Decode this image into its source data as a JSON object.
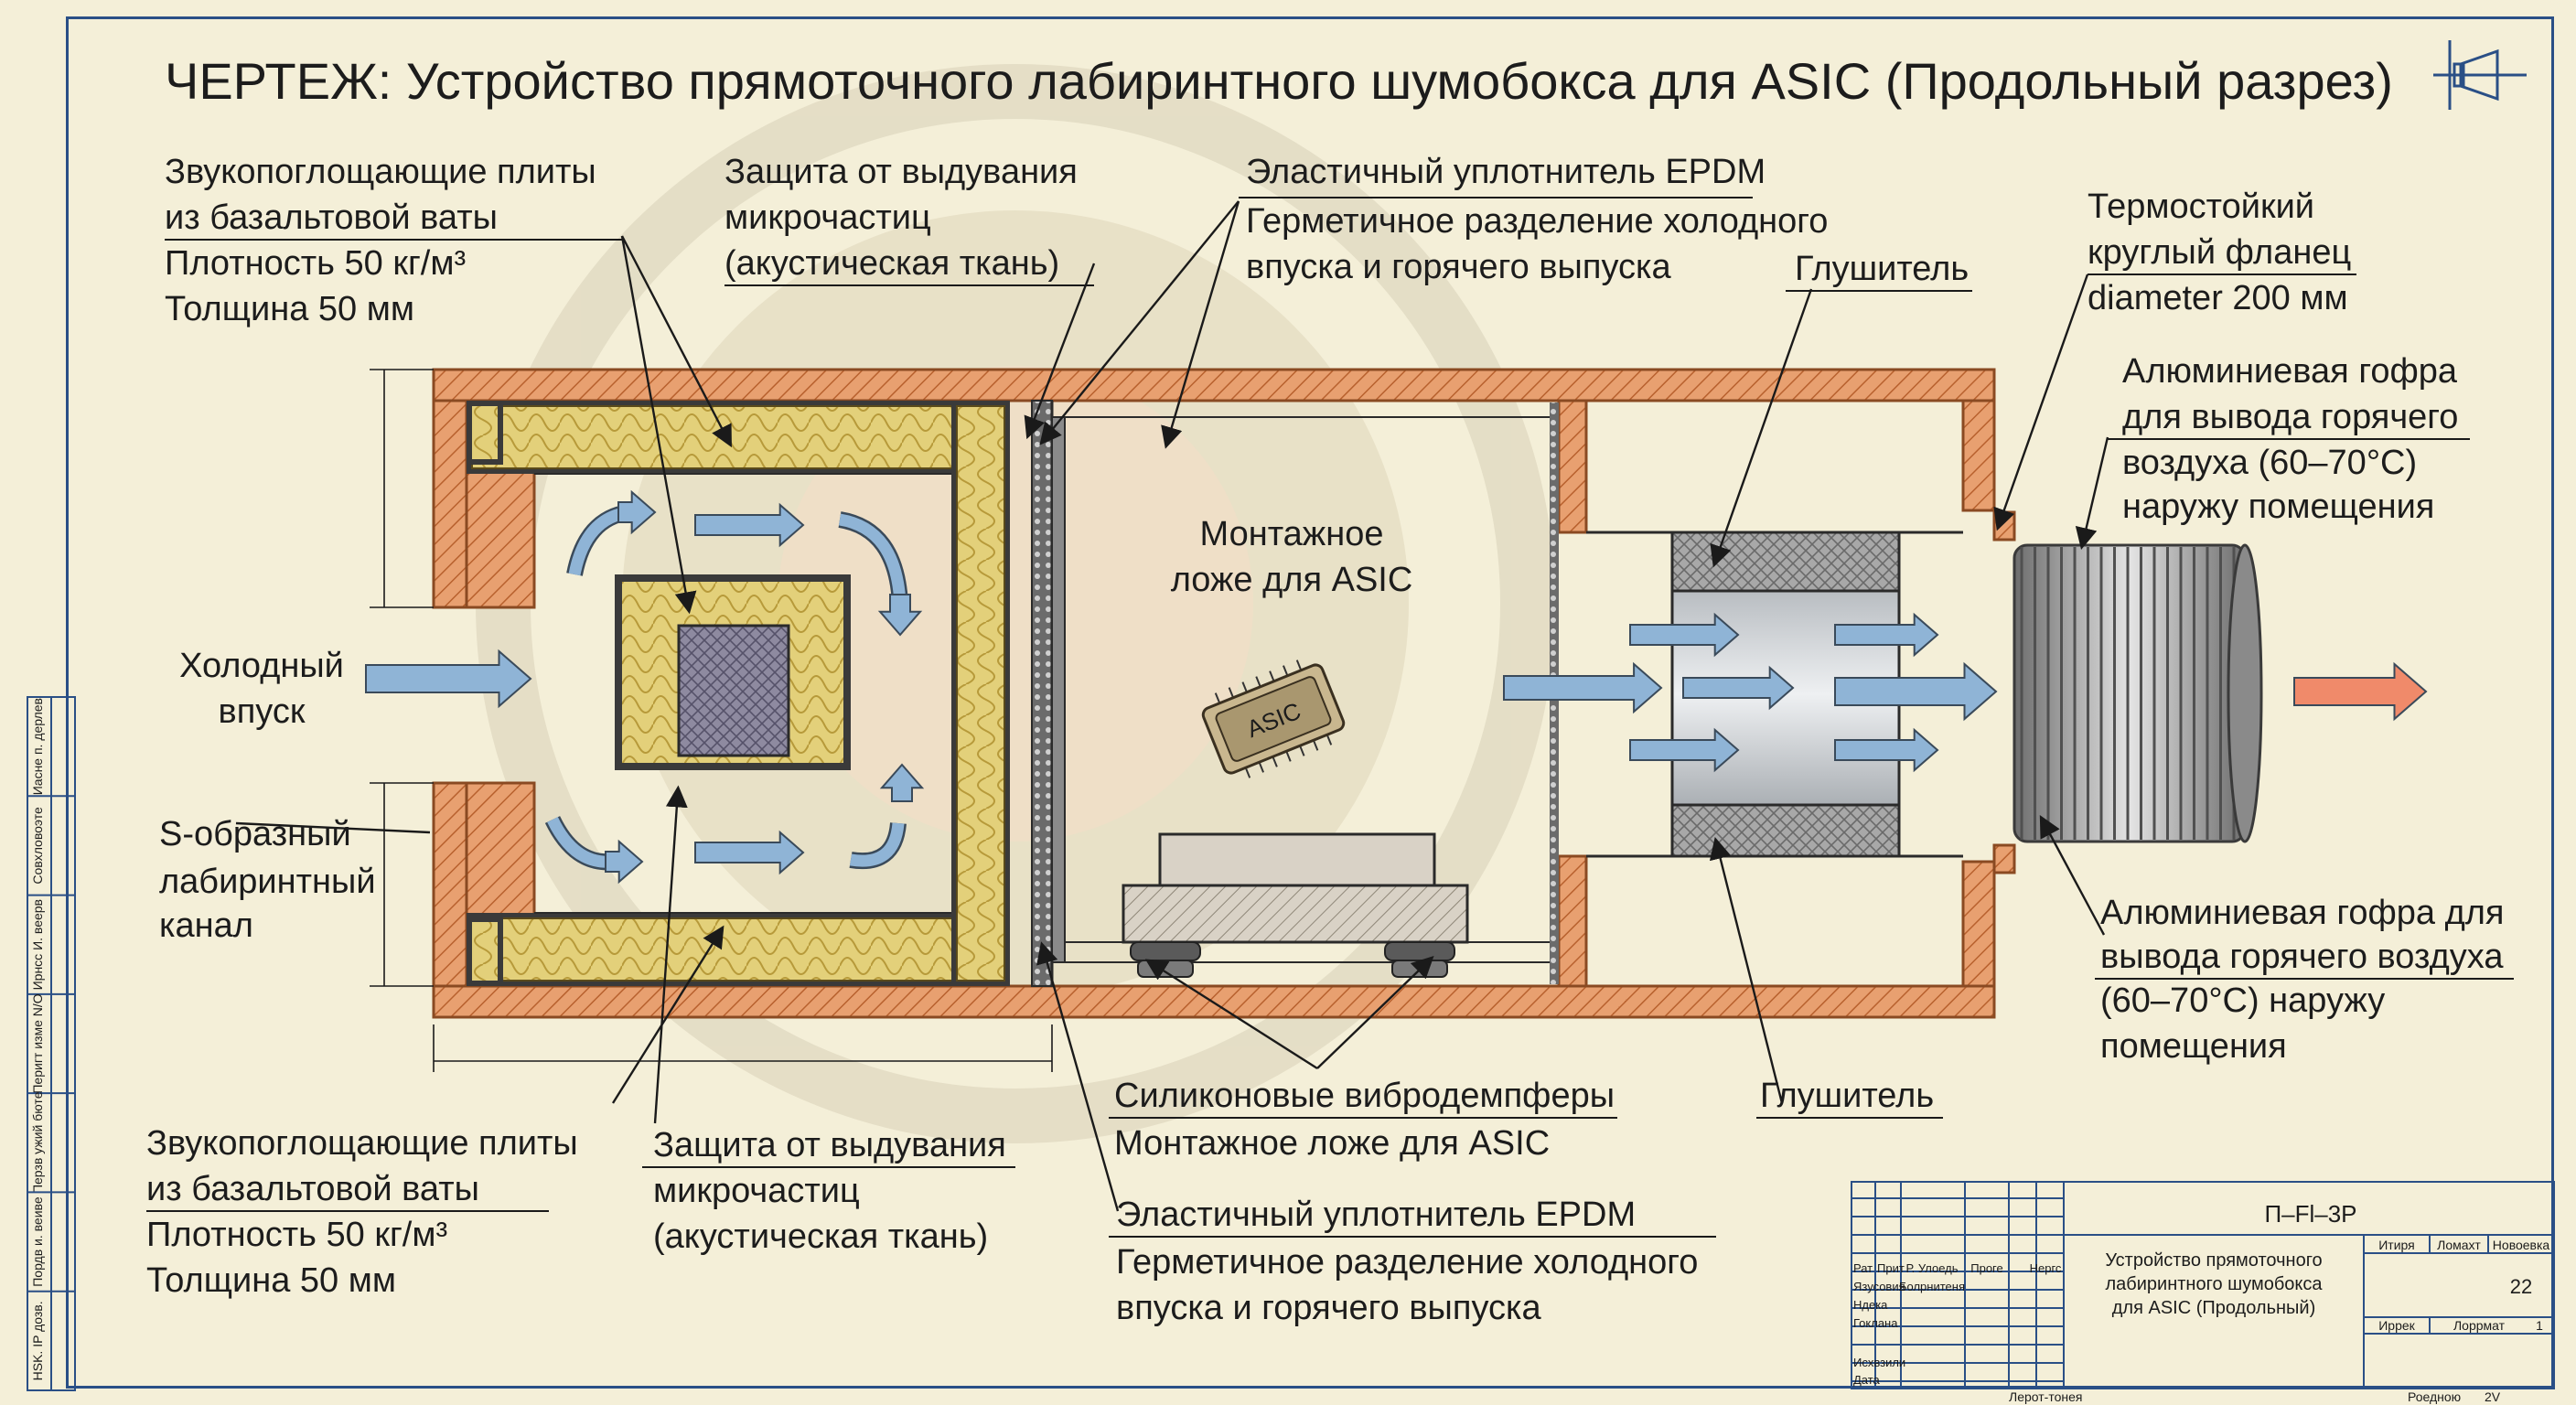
{
  "title": "ЧЕРТЕЖ: Устройство прямоточного лабиринтного шумобокса для ASIC (Продольный разрез)",
  "labels": {
    "wool_top": [
      "Звукопоглощающие плиты",
      "из базальтовой ваты",
      "Плотность 50 кг/м³",
      "Толщина 50 мм"
    ],
    "fabric_top": [
      "Защита от выдувания",
      "микрочастиц",
      "(акустическая ткань)"
    ],
    "epdm_top": [
      "Эластичный уплотнитель EPDM",
      "Герметичное разделение холодного",
      "впуска и горячего выпуска"
    ],
    "muffler_top": "Глушитель",
    "flange": [
      "Термостойкий",
      "круглый фланец",
      "diameter 200 мм"
    ],
    "gofra_top": [
      "Алюминиевая гофра",
      "для вывода горячего",
      "воздуха (60–70°C)",
      "наружу помещения"
    ],
    "cold_inlet": [
      "Холодный",
      "впуск"
    ],
    "s_channel": [
      "S-образный",
      "лабиринтный",
      "канал"
    ],
    "mount_bed": [
      "Монтажное",
      "ложе для ASIC"
    ],
    "asic_chip": "ASIC",
    "gofra_bottom": [
      "Алюминиевая гофра для",
      "вывода горячего воздуха",
      "(60–70°C) наружу",
      "помещения"
    ],
    "dampers": [
      "Силиконовые вибродемпферы",
      "Монтажное ложе для ASIC"
    ],
    "muffler_bottom": "Глушитель",
    "wool_bottom": [
      "Звукопоглощающие плиты",
      "из базальтовой ваты",
      "Плотность 50 кг/м³",
      "Толщина 50 мм"
    ],
    "fabric_bottom": [
      "Защита от выдувания",
      "микрочастиц",
      "(акустическая ткань)"
    ],
    "epdm_bottom": [
      "Эластичный уплотнитель EPDM",
      "Герметичное разделение холодного",
      "впуска и горячего выпуска"
    ]
  },
  "side_stamp": [
    "Иасне п. дерлев",
    "Совхловоэте",
    "Ирнсс И. веерв",
    "Перигт изме N/O",
    "Перзв ужий бюте",
    "Пордв и. веиве",
    "HSK. IP дозв."
  ],
  "title_block": {
    "code": "П–Fl–3Р",
    "description": [
      "Устройство прямоточного",
      "лабиринтного шумобокса",
      "для ASIC (Продольный)"
    ],
    "col_headers": [
      "Итиря",
      "Ломахт",
      "Новоевка"
    ],
    "sheet_value": "22",
    "sub_row": [
      "Иррек",
      "Лоррмат",
      "1"
    ],
    "role_header": [
      "Рат",
      "Прит",
      "Р. Улоедь",
      "Проге",
      "Нергс"
    ],
    "roles": [
      "Язусовия",
      "Ндека",
      "Гоклана",
      "",
      "Исхвзили",
      "Дата"
    ],
    "role_names": [
      "Болрнитеня"
    ],
    "footer": [
      "Лерот-тонея",
      "Роедною",
      "2V"
    ]
  },
  "colors": {
    "paper": "#f4efd8",
    "housing": "#e8a070",
    "housing_edge": "#8a4a22",
    "wool": "#e3d07a",
    "hot_arrow": "#f08a6a",
    "cold_arrow": "#8fb4d6",
    "frame": "#2a4f86",
    "gofra": "#9a9a9a"
  }
}
